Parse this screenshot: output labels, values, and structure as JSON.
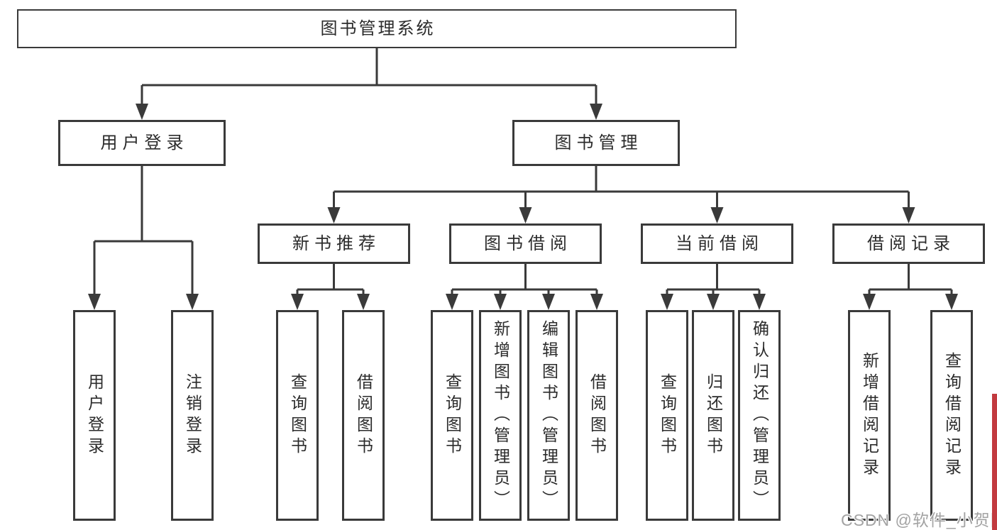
{
  "diagram": {
    "tree": {
      "label": "图书管理系统",
      "children": [
        {
          "label": "用户登录",
          "children": [
            {
              "label": "用户登录"
            },
            {
              "label": "注销登录"
            }
          ]
        },
        {
          "label": "图书管理",
          "children": [
            {
              "label": "新书推荐",
              "children": [
                {
                  "label": "查询图书"
                },
                {
                  "label": "借阅图书"
                }
              ]
            },
            {
              "label": "图书借阅",
              "children": [
                {
                  "label": "查询图书"
                },
                {
                  "label": "新增图书（管理员）"
                },
                {
                  "label": "编辑图书（管理员）"
                },
                {
                  "label": "借阅图书"
                }
              ]
            },
            {
              "label": "当前借阅",
              "children": [
                {
                  "label": "查询图书"
                },
                {
                  "label": "归还图书"
                },
                {
                  "label": "确认归还（管理员）"
                }
              ]
            },
            {
              "label": "借阅记录",
              "children": [
                {
                  "label": "新增借阅记录"
                },
                {
                  "label": "查询借阅记录"
                }
              ]
            }
          ]
        }
      ]
    },
    "watermark": {
      "text": "CSDN @软件_小贺同学"
    },
    "colors": {
      "background": "#ffffff",
      "line": "#3a3a3a",
      "box_border": "#3a3a3a",
      "text": "#2b2b2b",
      "watermark_text": "#a3a3a3",
      "watermark_bar": "#c23a3f"
    }
  }
}
